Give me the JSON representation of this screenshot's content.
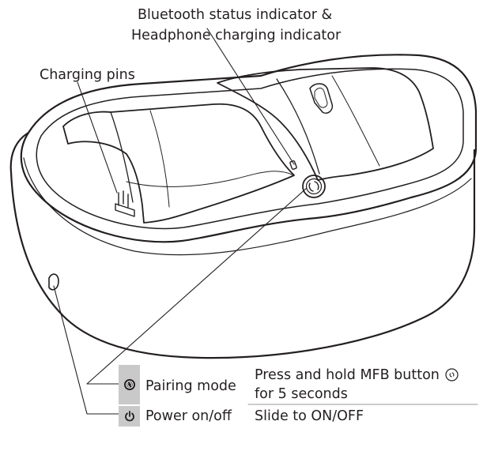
{
  "callouts": {
    "indicator_line1": "Bluetooth status indicator &",
    "indicator_line2": "Headphone charging indicator",
    "charging_pins": "Charging pins"
  },
  "legend": [
    {
      "icon": "pairing-mfb-icon",
      "name": "Pairing mode",
      "description_line1": "Press and hold MFB button",
      "description_line2": "for 5 seconds"
    },
    {
      "icon": "power-icon",
      "name": "Power on/off",
      "description": "Slide to ON/OFF"
    }
  ],
  "colors": {
    "line": "#231f20",
    "icon_bg": "#c9c9c9",
    "background": "#ffffff"
  }
}
